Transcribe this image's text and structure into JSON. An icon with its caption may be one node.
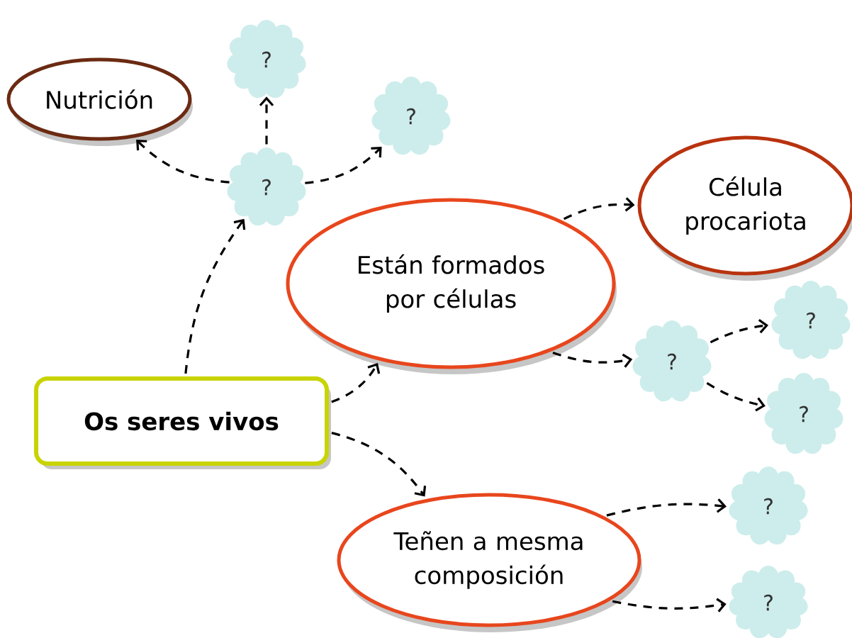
{
  "diagram": {
    "nodes": [
      {
        "text": [
          "Os seres vivos"
        ]
      },
      {
        "text": [
          "Nutrición"
        ]
      },
      {
        "text": [
          "?"
        ]
      },
      {
        "text": [
          "?"
        ]
      },
      {
        "text": [
          "?"
        ]
      },
      {
        "text": [
          "Están formados por células"
        ]
      },
      {
        "text": [
          "Célula procariota"
        ]
      },
      {
        "text": [
          "?"
        ]
      },
      {
        "text": [
          "?"
        ]
      },
      {
        "text": [
          "?"
        ]
      },
      {
        "text": [
          "Teñen a mesma composición"
        ]
      },
      {
        "text": [
          "?"
        ]
      },
      {
        "text": [
          "?"
        ]
      }
    ],
    "edges": [
      {
        "from": 0,
        "to": 4,
        "arrow": "to"
      },
      {
        "from": 4,
        "to": 1,
        "arrow": "to"
      },
      {
        "from": 4,
        "to": 2,
        "arrow": "to"
      },
      {
        "from": 4,
        "to": 3,
        "arrow": "to"
      },
      {
        "from": 0,
        "to": 5,
        "arrow": "to"
      },
      {
        "from": 0,
        "to": 10,
        "arrow": "to"
      },
      {
        "from": 5,
        "to": 6,
        "arrow": "to"
      },
      {
        "from": 5,
        "to": 7,
        "arrow": "to"
      },
      {
        "from": 7,
        "to": 8,
        "arrow": "to"
      },
      {
        "from": 7,
        "to": 9,
        "arrow": "to"
      },
      {
        "from": 10,
        "to": 11,
        "arrow": "to"
      },
      {
        "from": 10,
        "to": 12,
        "arrow": "to"
      }
    ]
  }
}
